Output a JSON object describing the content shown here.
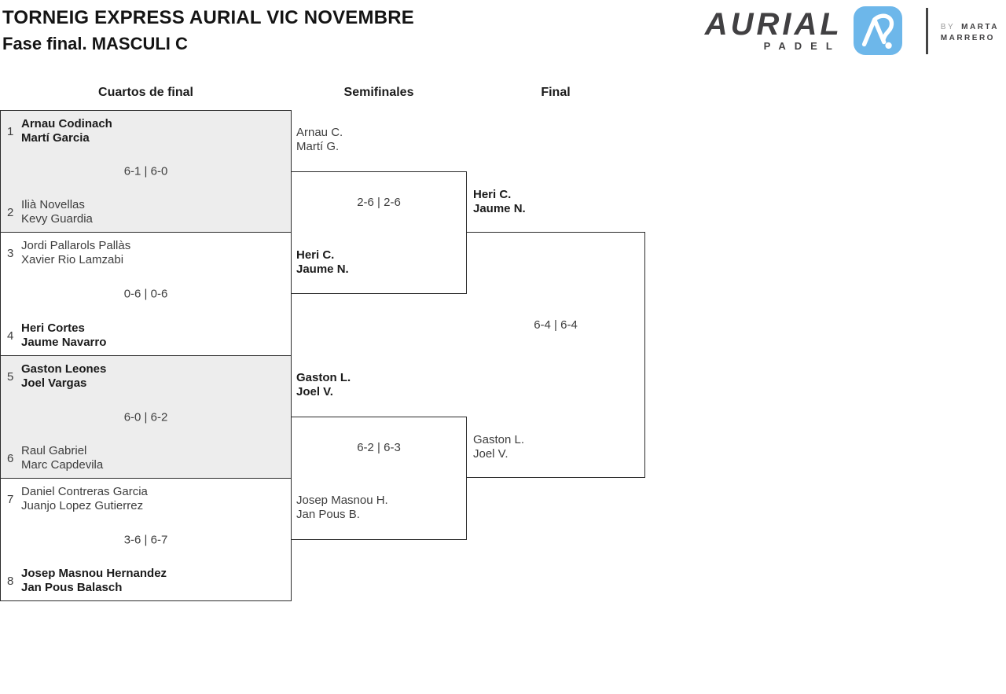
{
  "title": {
    "line1": "TORNEIG EXPRESS AURIAL VIC NOVEMBRE",
    "line2": "Fase final. MASCULI C"
  },
  "logo": {
    "brand": "AURIAL",
    "brand_sub": "PADEL",
    "byline_prefix": "BY",
    "byline_name_line1": "MARTA",
    "byline_name_line2": "MARRERO",
    "icon": "aurial-monogram-icon",
    "icon_color": "#6db7ea",
    "text_color": "#414042"
  },
  "round_headers": [
    "Cuartos de final",
    "Semifinales",
    "Final"
  ],
  "colors": {
    "box_border": "#2b2b2b",
    "shaded_match_bg": "#ededed",
    "winner_text": "#1b1b1b",
    "regular_text": "#3d3d3d"
  },
  "bracket": {
    "quarterfinals": [
      {
        "seed_top": "1",
        "team_top": [
          "Arnau Codinach",
          "Martí Garcia"
        ],
        "team_top_winner": true,
        "score": "6-1 | 6-0",
        "seed_bottom": "2",
        "team_bottom": [
          "Ilià Novellas",
          "Kevy Guardia"
        ],
        "team_bottom_winner": false
      },
      {
        "seed_top": "3",
        "team_top": [
          "Jordi Pallarols Pallàs",
          "Xavier Rio Lamzabi"
        ],
        "team_top_winner": false,
        "score": "0-6 | 0-6",
        "seed_bottom": "4",
        "team_bottom": [
          "Heri Cortes",
          "Jaume Navarro"
        ],
        "team_bottom_winner": true
      },
      {
        "seed_top": "5",
        "team_top": [
          "Gaston Leones",
          "Joel Vargas"
        ],
        "team_top_winner": true,
        "score": "6-0 | 6-2",
        "seed_bottom": "6",
        "team_bottom": [
          "Raul Gabriel",
          "Marc Capdevila"
        ],
        "team_bottom_winner": false
      },
      {
        "seed_top": "7",
        "team_top": [
          "Daniel Contreras Garcia",
          "Juanjo Lopez Gutierrez"
        ],
        "team_top_winner": false,
        "score": "3-6 | 6-7",
        "seed_bottom": "8",
        "team_bottom": [
          "Josep Masnou Hernandez",
          "Jan Pous Balasch"
        ],
        "team_bottom_winner": true
      }
    ],
    "semifinals": [
      {
        "team_top": [
          "Arnau C.",
          "Martí G."
        ],
        "team_top_winner": false,
        "score": "2-6 | 2-6",
        "team_bottom": [
          "Heri C.",
          "Jaume N."
        ],
        "team_bottom_winner": true
      },
      {
        "team_top": [
          "Gaston L.",
          "Joel V."
        ],
        "team_top_winner": true,
        "score": "6-2 | 6-3",
        "team_bottom": [
          "Josep Masnou H.",
          "Jan Pous B."
        ],
        "team_bottom_winner": false
      }
    ],
    "final": {
      "team_top": [
        "Heri C.",
        "Jaume N."
      ],
      "team_top_winner": true,
      "score": "6-4 | 6-4",
      "team_bottom": [
        "Gaston L.",
        "Joel V."
      ],
      "team_bottom_winner": false
    }
  }
}
